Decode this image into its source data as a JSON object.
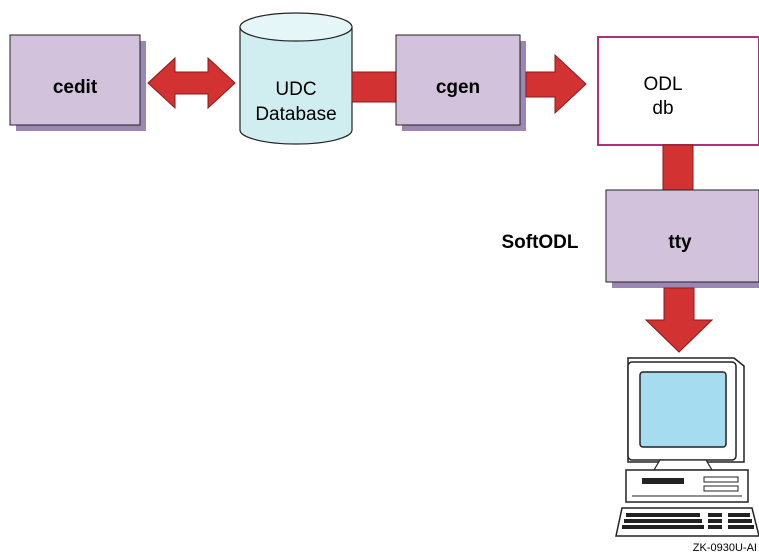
{
  "nodes": {
    "cedit": {
      "label": "cedit"
    },
    "udc_database": {
      "line1": "UDC",
      "line2": "Database"
    },
    "cgen": {
      "label": "cgen"
    },
    "odl_db": {
      "line1": "ODL",
      "line2": "db"
    },
    "tty": {
      "label": "tty"
    }
  },
  "side_label": "SoftODL",
  "figure_id": "ZK-0930U-AI",
  "icons": {
    "cylinder": "database-icon",
    "computer": "computer-terminal-icon",
    "arrows": "arrow-icon"
  },
  "colors": {
    "box_fill": "#d2c2dc",
    "box_shadow": "#9b87b4",
    "arrow": "#d23232",
    "arrow_stroke": "#8b1a1a",
    "cylinder": "#d0edf0",
    "odl_border": "#b0307a",
    "screen": "#a6dcf0"
  }
}
